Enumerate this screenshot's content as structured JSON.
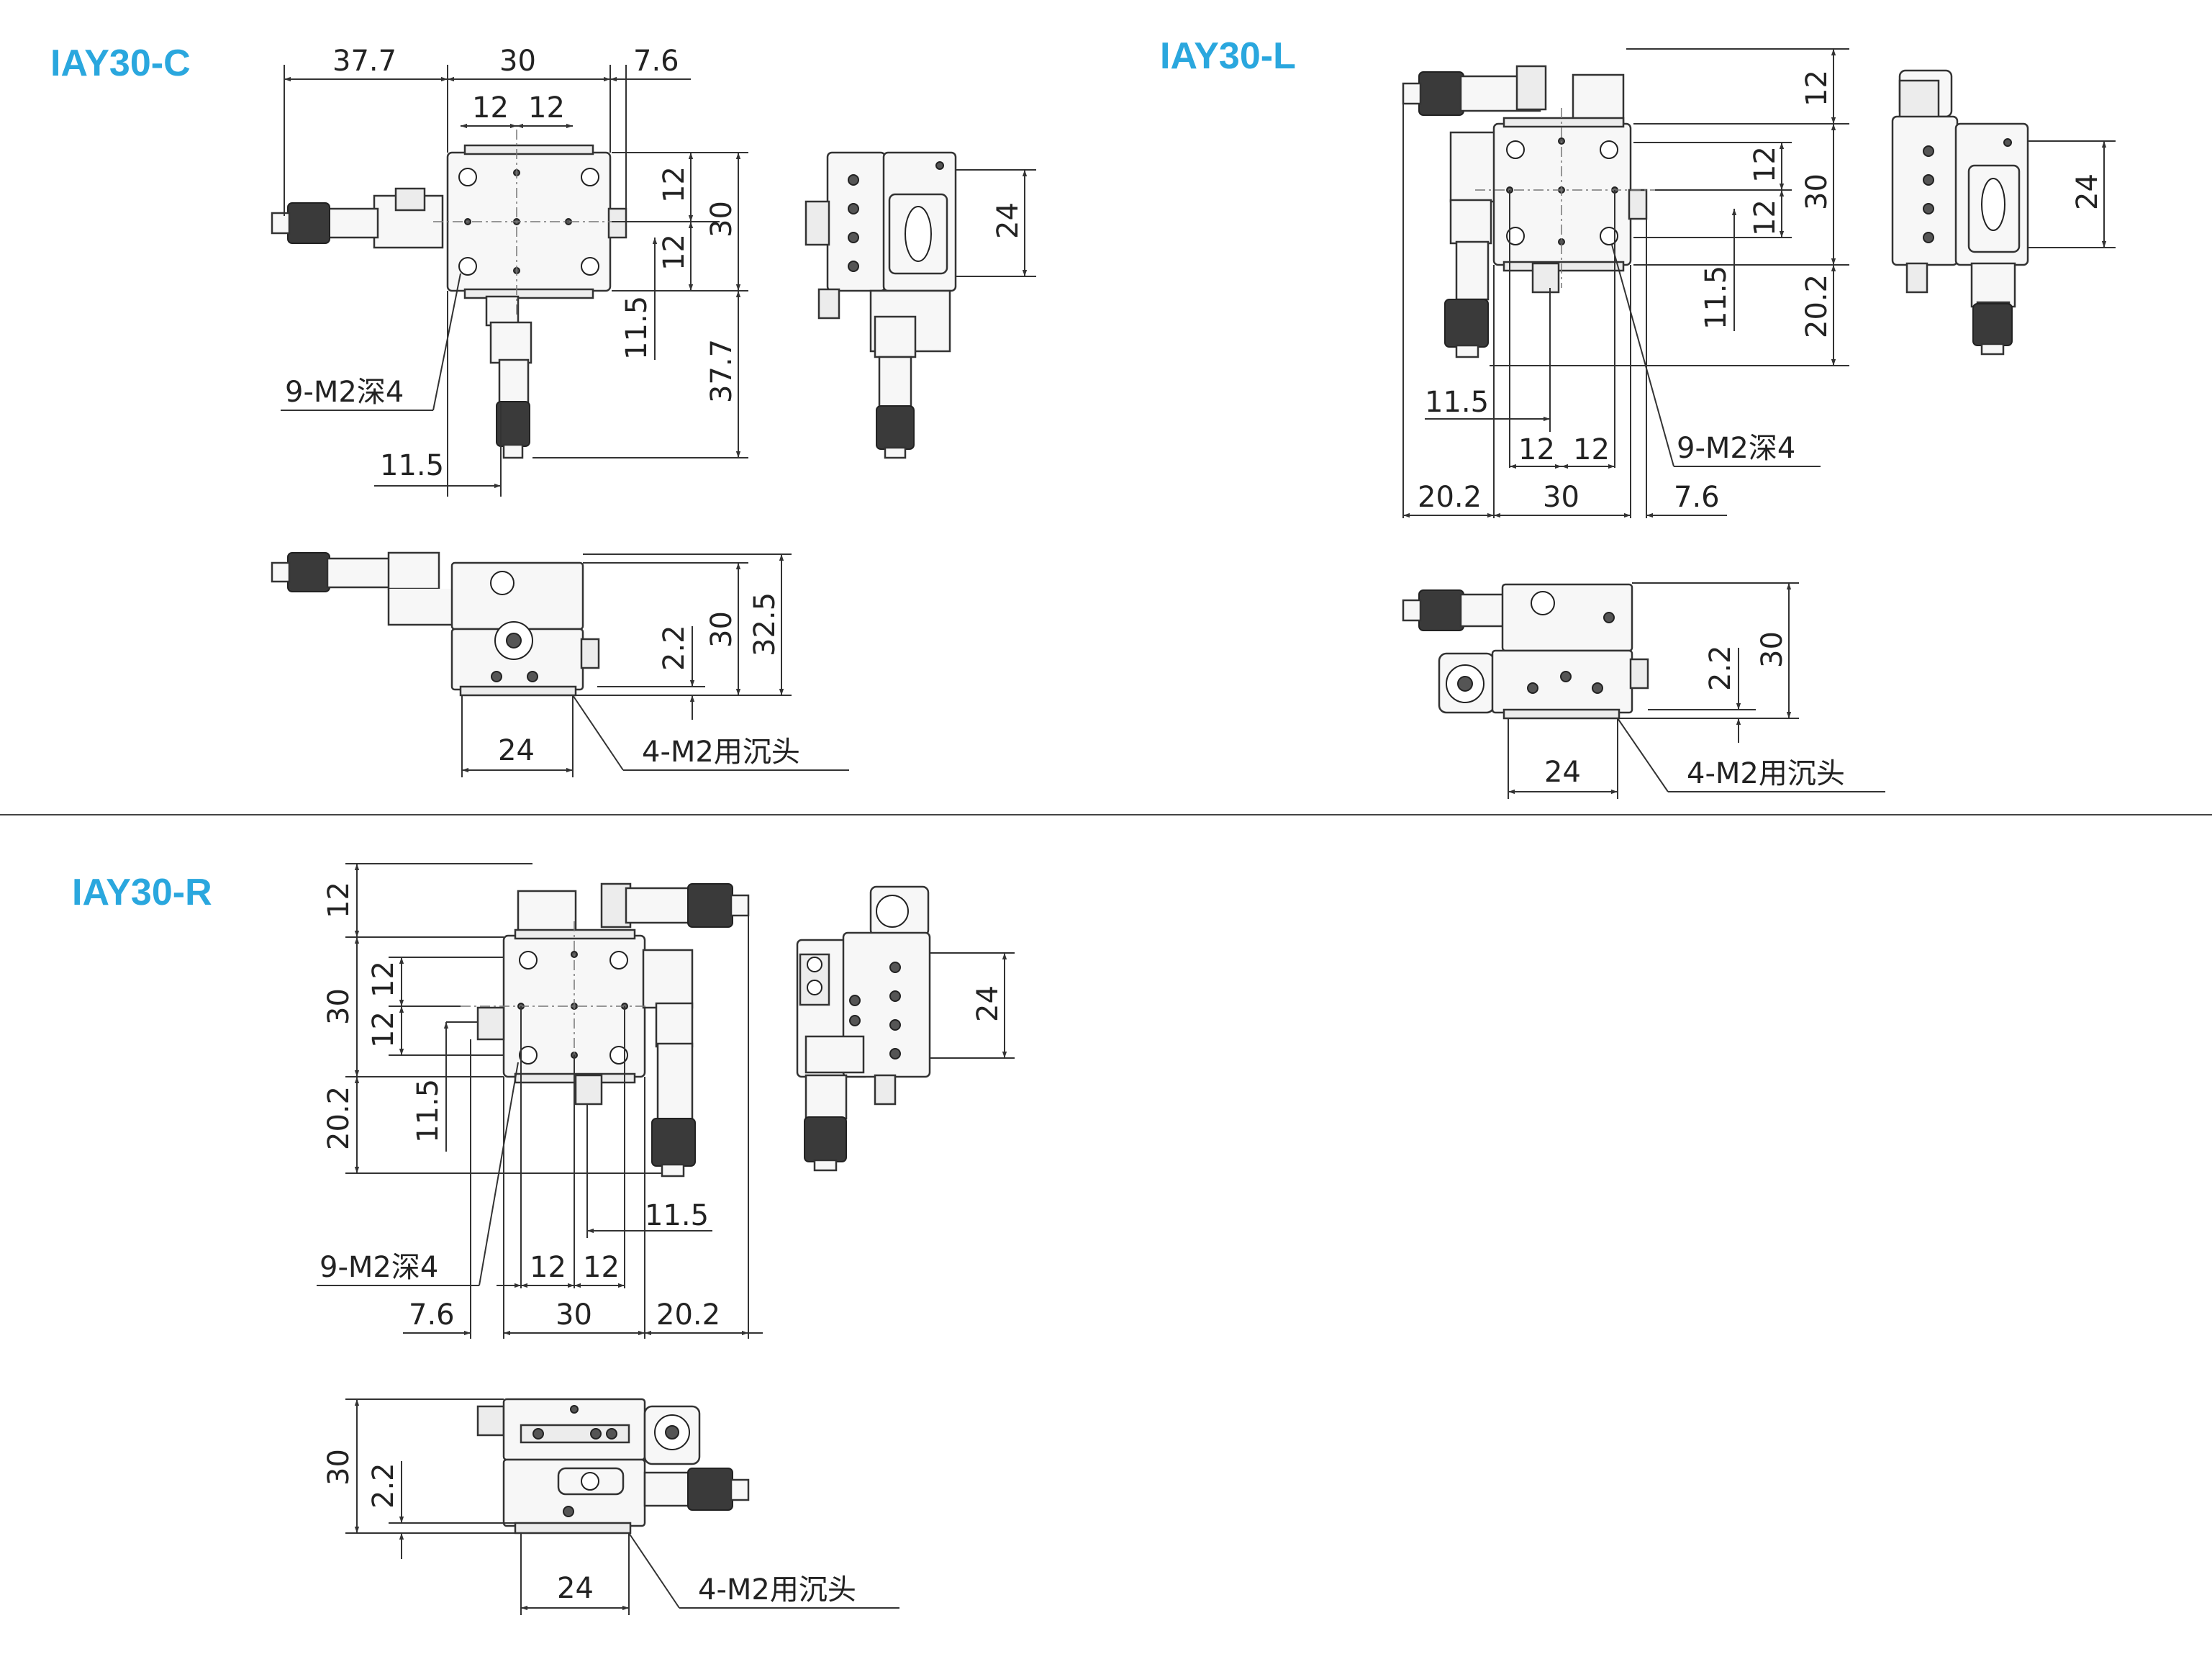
{
  "colors": {
    "title": "#2aa7de",
    "line": "#333333",
    "background": "#ffffff"
  },
  "sections": {
    "c": {
      "title": "IAY30-C",
      "top_dims": [
        "37.7",
        "30",
        "7.6",
        "12",
        "12"
      ],
      "right_dims": [
        "12",
        "12",
        "30",
        "11.5",
        "37.7"
      ],
      "bottom_dim": "11.5",
      "callout_tap": "9-M2深4",
      "side_dim": "24",
      "front_dims": [
        "2.2",
        "30",
        "32.5"
      ],
      "front_bottom_dim": "24",
      "callout_cbore": "4-M2用沉头"
    },
    "l": {
      "title": "IAY30-L",
      "right_dims": [
        "12",
        "12",
        "12",
        "30",
        "11.5",
        "20.2"
      ],
      "bottom_dims": [
        "11.5",
        "12",
        "12",
        "20.2",
        "30",
        "7.6"
      ],
      "callout_tap": "9-M2深4",
      "side_dim": "24",
      "front_dims": [
        "2.2",
        "30"
      ],
      "front_bottom_dim": "24",
      "callout_cbore": "4-M2用沉头"
    },
    "r": {
      "title": "IAY30-R",
      "left_dims": [
        "12",
        "12",
        "30",
        "12",
        "11.5",
        "20.2"
      ],
      "bottom_dims": [
        "11.5",
        "12",
        "12",
        "7.6",
        "30",
        "20.2"
      ],
      "callout_tap": "9-M2深4",
      "side_dim": "24",
      "front_dims": [
        "30",
        "2.2"
      ],
      "front_bottom_dim": "24",
      "callout_cbore": "4-M2用沉头"
    }
  }
}
